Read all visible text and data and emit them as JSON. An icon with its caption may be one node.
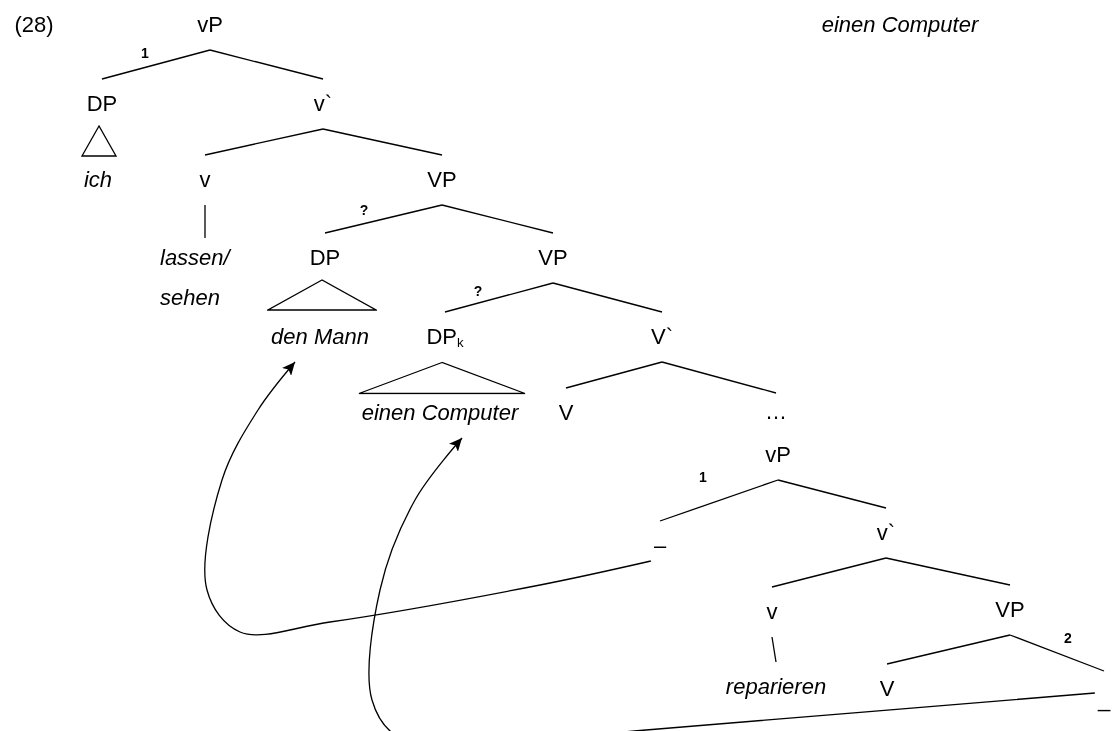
{
  "diagram": {
    "nodes": [
      {
        "text": [
          "vP"
        ]
      },
      {
        "text": [
          "DP"
        ]
      },
      {
        "text": [
          "v`"
        ]
      },
      {
        "text": [
          "ich"
        ]
      },
      {
        "text": [
          "v"
        ]
      },
      {
        "text": [
          "VP"
        ]
      },
      {
        "text": [
          "lassen/ sehen"
        ]
      },
      {
        "text": [
          "DP"
        ]
      },
      {
        "text": [
          "VP"
        ]
      },
      {
        "text": [
          "den Mann"
        ]
      },
      {
        "text": [
          "DP$_{k}$"
        ]
      },
      {
        "text": [
          "V`"
        ]
      },
      {
        "text": [
          "einen Computer"
        ]
      },
      {
        "text": [
          "V"
        ]
      },
      {
        "text": [
          "…"
        ]
      },
      {
        "text": [
          "vP"
        ]
      },
      {
        "text": [
          "–"
        ]
      },
      {
        "text": [
          "v`"
        ]
      },
      {
        "text": [
          "v"
        ]
      },
      {
        "text": [
          "VP"
        ]
      },
      {
        "text": [
          "reparieren"
        ]
      },
      {
        "text": [
          "V"
        ]
      },
      {
        "text": [
          "_"
        ]
      },
      {
        "text": [],
        "shape": "triangle"
      },
      {
        "text": [],
        "shape": "triangle"
      },
      {
        "text": [],
        "shape": "triangle"
      }
    ],
    "edges": [
      {
        "from": 0,
        "to": 1,
        "arrow": "none"
      },
      {
        "from": 0,
        "to": 2,
        "arrow": "none"
      },
      {
        "from": 2,
        "to": 4,
        "arrow": "none"
      },
      {
        "from": 2,
        "to": 5,
        "arrow": "none"
      },
      {
        "from": 4,
        "to": 6,
        "arrow": "none"
      },
      {
        "from": 5,
        "to": 7,
        "arrow": "none"
      },
      {
        "from": 5,
        "to": 8,
        "arrow": "none"
      },
      {
        "from": 8,
        "to": 10,
        "arrow": "none"
      },
      {
        "from": 8,
        "to": 11,
        "arrow": "none"
      },
      {
        "from": 11,
        "to": 13,
        "arrow": "none"
      },
      {
        "from": 11,
        "to": 14,
        "arrow": "none"
      },
      {
        "from": 15,
        "to": 16,
        "arrow": "none"
      },
      {
        "from": 15,
        "to": 17,
        "arrow": "none"
      },
      {
        "from": 17,
        "to": 18,
        "arrow": "none"
      },
      {
        "from": 17,
        "to": 19,
        "arrow": "none"
      },
      {
        "from": 18,
        "to": 20,
        "arrow": "none"
      },
      {
        "from": 19,
        "to": 21,
        "arrow": "none"
      },
      {
        "from": 19,
        "to": 22,
        "arrow": "none"
      },
      {
        "from": 16,
        "to": 9,
        "arrow": "to"
      },
      {
        "from": 22,
        "to": 12,
        "arrow": "to"
      }
    ],
    "labels": [
      "(28)",
      "einen Computer",
      "1",
      "?",
      "?",
      "1",
      "2"
    ]
  }
}
